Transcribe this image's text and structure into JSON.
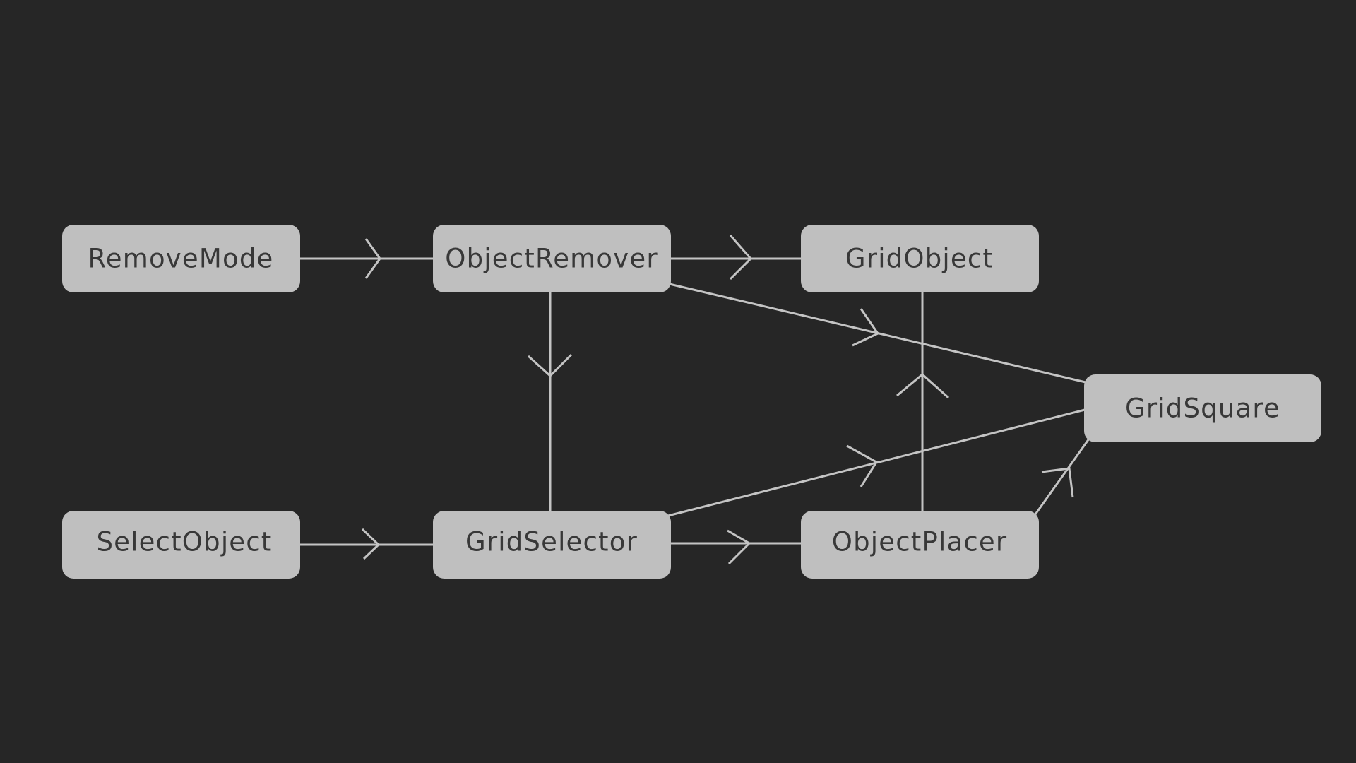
{
  "diagram": {
    "background": "#262626",
    "node_fill": "#bfbfbf",
    "edge_color": "#c4c4c4",
    "text_color": "#383838",
    "nodes": [
      {
        "id": "remove-mode",
        "label": "RemoveMode"
      },
      {
        "id": "object-remover",
        "label": "ObjectRemover"
      },
      {
        "id": "grid-object",
        "label": "GridObject"
      },
      {
        "id": "grid-square",
        "label": "GridSquare"
      },
      {
        "id": "select-object",
        "label": "SelectObject"
      },
      {
        "id": "grid-selector",
        "label": "GridSelector"
      },
      {
        "id": "object-placer",
        "label": "ObjectPlacer"
      }
    ],
    "edges": [
      {
        "from": "remove-mode",
        "to": "object-remover"
      },
      {
        "from": "object-remover",
        "to": "grid-object"
      },
      {
        "from": "object-remover",
        "to": "grid-selector"
      },
      {
        "from": "object-remover",
        "to": "grid-square"
      },
      {
        "from": "object-placer",
        "to": "grid-object"
      },
      {
        "from": "grid-selector",
        "to": "grid-square"
      },
      {
        "from": "select-object",
        "to": "grid-selector"
      },
      {
        "from": "grid-selector",
        "to": "object-placer"
      },
      {
        "from": "object-placer",
        "to": "grid-square"
      }
    ]
  }
}
